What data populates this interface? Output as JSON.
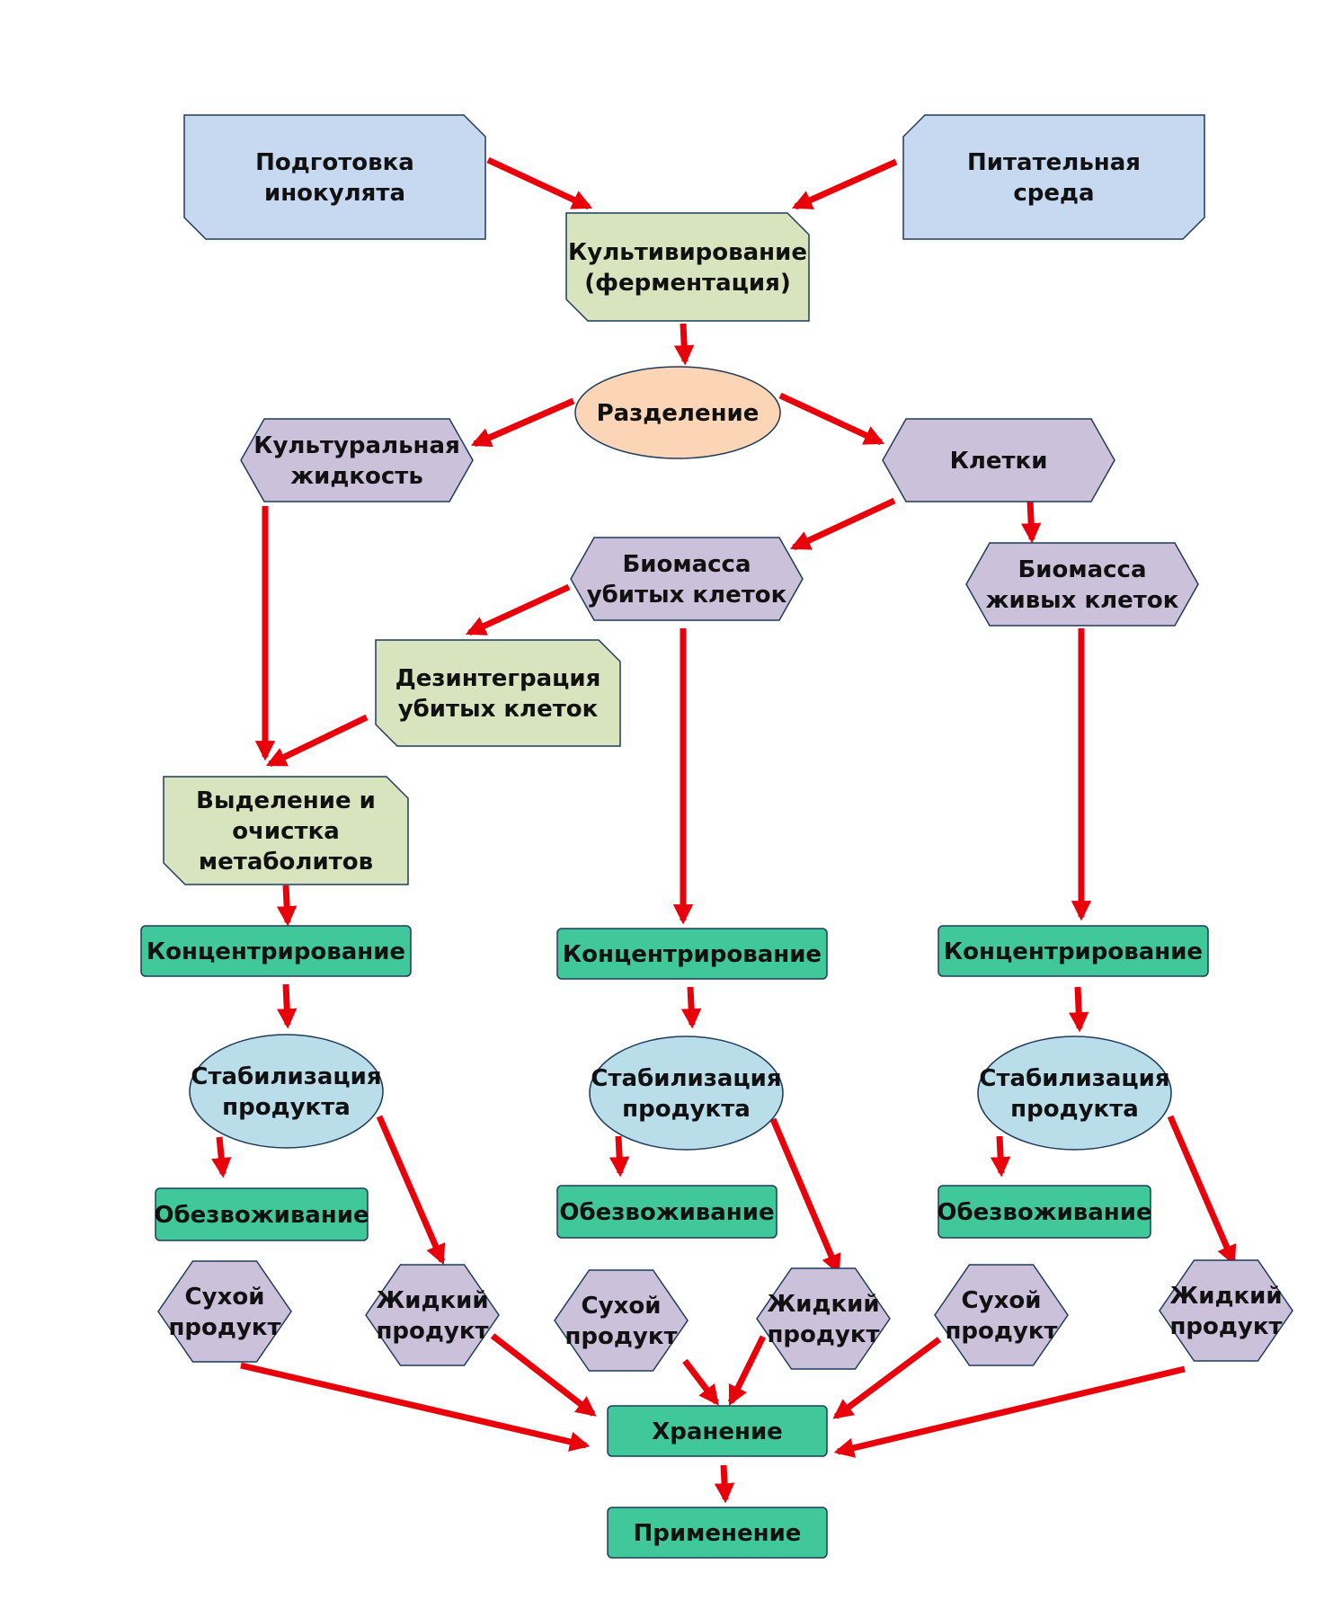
{
  "colors": {
    "input_fill": "#c6d9f1",
    "process_fill": "#d7e4bd",
    "separation_fill": "#fbd5b5",
    "intermediate_fill": "#ccc1da",
    "operation_fill": "#40c89a",
    "stabilization_fill": "#b9dde9",
    "arrow": "#e8000b",
    "stroke": "#1f3b5c"
  },
  "nodes": {
    "inoculum": [
      "Подготовка",
      "инокулята"
    ],
    "medium": [
      "Питательная",
      "среда"
    ],
    "cultivation": [
      "Культивирование",
      "(ферментация)"
    ],
    "separation": [
      "Разделение"
    ],
    "culture_liquid": [
      "Культуральная",
      "жидкость"
    ],
    "cells": [
      "Клетки"
    ],
    "dead_biomass": [
      "Биомасса",
      "убитых клеток"
    ],
    "live_biomass": [
      "Биомасса",
      "живых клеток"
    ],
    "disintegration": [
      "Дезинтеграция",
      "убитых клеток"
    ],
    "isolation": [
      "Выделение и",
      "очистка",
      "метаболитов"
    ],
    "concentration_1": [
      "Концентрирование"
    ],
    "concentration_2": [
      "Концентрирование"
    ],
    "concentration_3": [
      "Концентрирование"
    ],
    "stabilization_1": [
      "Стабилизация",
      "продукта"
    ],
    "stabilization_2": [
      "Стабилизация",
      "продукта"
    ],
    "stabilization_3": [
      "Стабилизация",
      "продукта"
    ],
    "dehydration_1": [
      "Обезвоживание"
    ],
    "dehydration_2": [
      "Обезвоживание"
    ],
    "dehydration_3": [
      "Обезвоживание"
    ],
    "dry_1": [
      "Сухой",
      "продукт"
    ],
    "dry_2": [
      "Сухой",
      "продукт"
    ],
    "dry_3": [
      "Сухой",
      "продукт"
    ],
    "liquid_1": [
      "Жидкий",
      "продукт"
    ],
    "liquid_2": [
      "Жидкий",
      "продукт"
    ],
    "liquid_3": [
      "Жидкий",
      "продукт"
    ],
    "storage": [
      "Хранение"
    ],
    "application": [
      "Применение"
    ]
  },
  "edges": [
    [
      "inoculum",
      "cultivation"
    ],
    [
      "medium",
      "cultivation"
    ],
    [
      "cultivation",
      "separation"
    ],
    [
      "separation",
      "culture_liquid"
    ],
    [
      "separation",
      "cells"
    ],
    [
      "cells",
      "dead_biomass"
    ],
    [
      "cells",
      "live_biomass"
    ],
    [
      "dead_biomass",
      "disintegration"
    ],
    [
      "culture_liquid",
      "isolation"
    ],
    [
      "disintegration",
      "isolation"
    ],
    [
      "isolation",
      "concentration_1"
    ],
    [
      "dead_biomass",
      "concentration_2"
    ],
    [
      "live_biomass",
      "concentration_3"
    ],
    [
      "concentration_1",
      "stabilization_1"
    ],
    [
      "concentration_2",
      "stabilization_2"
    ],
    [
      "concentration_3",
      "stabilization_3"
    ],
    [
      "stabilization_1",
      "dehydration_1"
    ],
    [
      "stabilization_1",
      "liquid_1"
    ],
    [
      "stabilization_2",
      "dehydration_2"
    ],
    [
      "stabilization_2",
      "liquid_2"
    ],
    [
      "stabilization_3",
      "dehydration_3"
    ],
    [
      "stabilization_3",
      "liquid_3"
    ],
    [
      "dry_1",
      "storage"
    ],
    [
      "liquid_1",
      "storage"
    ],
    [
      "dry_2",
      "storage"
    ],
    [
      "liquid_2",
      "storage"
    ],
    [
      "dry_3",
      "storage"
    ],
    [
      "liquid_3",
      "storage"
    ],
    [
      "storage",
      "application"
    ]
  ]
}
